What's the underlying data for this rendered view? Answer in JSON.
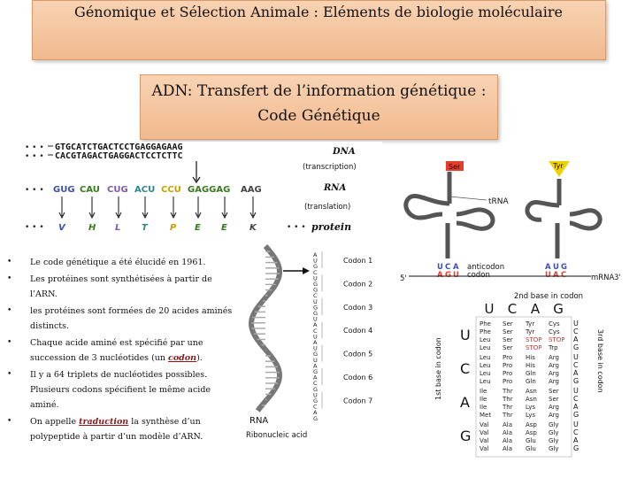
{
  "header": {
    "title": "Génomique et Sélection Animale : Eléments de biologie moléculaire"
  },
  "subtitle": {
    "line1": "ADN: Transfert de l’information génétique :",
    "line2": "Code Génétique"
  },
  "flow": {
    "dna_top": "GTGCATCTGACTCCTGAGGAGAAG",
    "dna_bottom": "CACGTAGACTGAGGACTCCTCTTC",
    "dna_label": "DNA",
    "transcription": "(transcription)",
    "rna_codons": [
      "GUG",
      "CAU",
      "CUG",
      "ACU",
      "CCU",
      "GAGGAG",
      "AAG"
    ],
    "rna_label": "RNA",
    "translation": "(translation)",
    "amino_acids": [
      "V",
      "H",
      "L",
      "T",
      "P",
      "E",
      "E",
      "K"
    ],
    "protein_label": "protein"
  },
  "bullets": [
    {
      "pre": "Le code génétique a été élucidé en 1961.",
      "hl": "",
      "post": ""
    },
    {
      "pre": "Les protéines sont synthétisées à partir de l’ARN.",
      "hl": "",
      "post": ""
    },
    {
      "pre": "les protéines sont formées de 20 acides aminés distincts.",
      "hl": "",
      "post": ""
    },
    {
      "pre": "Chaque acide aminé est spécifié par une succession de 3 nucléotides (un ",
      "hl": "codon",
      "post": ")."
    },
    {
      "pre": "Il y a 64 triplets de nucléotides possibles. Plusieurs codons spécifient le même acide aminé.",
      "hl": "",
      "post": ""
    },
    {
      "pre": "On appelle ",
      "hl": "traduction",
      "post": " la synthèse d’un polypeptide à partir d’un modèle d’ARN."
    }
  ],
  "rna_figure": {
    "bases": [
      "A",
      "U",
      "G",
      "C",
      "U",
      "G",
      "G",
      "C",
      "U",
      "G",
      "G",
      "U",
      "A",
      "C",
      "U",
      "A",
      "U",
      "G",
      "U",
      "A",
      "G",
      "A",
      "C",
      "G",
      "U",
      "G",
      "C",
      "A",
      "G"
    ],
    "codons": [
      "Codon 1",
      "Codon 2",
      "Codon 3",
      "Codon 4",
      "Codon 5",
      "Codon 6",
      "Codon 7"
    ],
    "label": "RNA",
    "caption": "Ribonucleic acid"
  },
  "trna_figure": {
    "ser": "Ser",
    "tyr": "Tyr",
    "trna": "tRNA",
    "anticodon_left": [
      "U",
      "C",
      "A"
    ],
    "codon_left": [
      "A",
      "G",
      "U"
    ],
    "anticodon_label": "anticodon",
    "codon_label": "codon",
    "anticodon_right": [
      "A",
      "U",
      "G"
    ],
    "codon_right": [
      "U",
      "A",
      "C"
    ],
    "five_prime": "5'",
    "mrna": "mRNA",
    "three_prime": "3'"
  },
  "codon_table": {
    "second_base_label": "2nd base in codon",
    "first_base_label": "1st base in codon",
    "third_base_label": "3rd base in codon",
    "second_bases": [
      "U",
      "C",
      "A",
      "G"
    ],
    "first_bases": [
      "U",
      "C",
      "A",
      "G"
    ],
    "third_bases": [
      "U",
      "C",
      "A",
      "G"
    ],
    "cells": [
      [
        [
          "Phe",
          "Phe",
          "Leu",
          "Leu"
        ],
        [
          "Ser",
          "Ser",
          "Ser",
          "Ser"
        ],
        [
          "Tyr",
          "Tyr",
          "STOP",
          "STOP"
        ],
        [
          "Cys",
          "Cys",
          "STOP",
          "Trp"
        ]
      ],
      [
        [
          "Leu",
          "Leu",
          "Leu",
          "Leu"
        ],
        [
          "Pro",
          "Pro",
          "Pro",
          "Pro"
        ],
        [
          "His",
          "His",
          "Gln",
          "Gln"
        ],
        [
          "Arg",
          "Arg",
          "Arg",
          "Arg"
        ]
      ],
      [
        [
          "Ile",
          "Ile",
          "Ile",
          "Met"
        ],
        [
          "Thr",
          "Thr",
          "Thr",
          "Thr"
        ],
        [
          "Asn",
          "Asn",
          "Lys",
          "Lys"
        ],
        [
          "Ser",
          "Ser",
          "Arg",
          "Arg"
        ]
      ],
      [
        [
          "Val",
          "Val",
          "Val",
          "Val"
        ],
        [
          "Ala",
          "Ala",
          "Ala",
          "Ala"
        ],
        [
          "Asp",
          "Asp",
          "Glu",
          "Glu"
        ],
        [
          "Gly",
          "Gly",
          "Gly",
          "Gly"
        ]
      ]
    ]
  },
  "colors": {
    "rna_codon_colors": [
      "#3b4fb0",
      "#3a7a1e",
      "#7b5aa8",
      "#2a8a8a",
      "#c9a000",
      "#3a7a1e",
      "#444444"
    ],
    "stop": "#d42a2a",
    "aa_red": "#e83b2a",
    "aa_yellow": "#f0d000"
  }
}
